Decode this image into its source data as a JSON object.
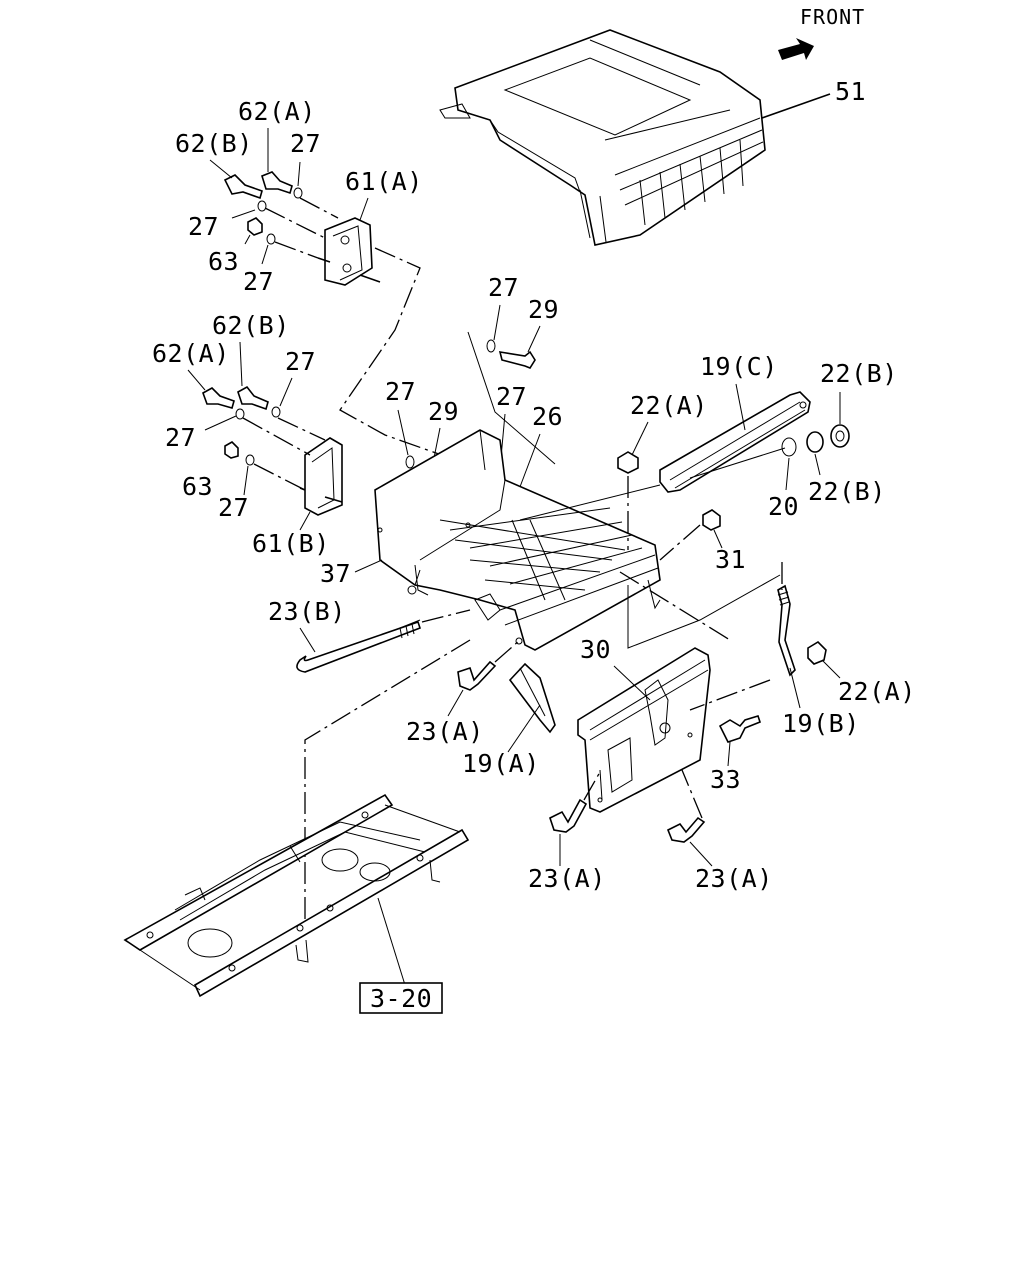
{
  "direction_label": "FRONT",
  "reference_box": "3-20",
  "part_labels": {
    "p51": "51",
    "p62a_top": "62(A)",
    "p62b_top": "62(B)",
    "p27_t1": "27",
    "p61a": "61(A)",
    "p27_t2": "27",
    "p63_top": "63",
    "p27_t3": "27",
    "p27_mid": "27",
    "p29_mid": "29",
    "p62b_low": "62(B)",
    "p62a_low": "62(A)",
    "p27_l1": "27",
    "p27_l2": "27",
    "p29_low": "29",
    "p27_l3": "27",
    "p26": "26",
    "p27_l4": "27",
    "p63_low": "63",
    "p27_l5": "27",
    "p61b": "61(B)",
    "p37": "37",
    "p19c": "19(C)",
    "p22b_top": "22(B)",
    "p22a_top": "22(A)",
    "p20": "20",
    "p22b_low": "22(B)",
    "p31": "31",
    "p23b": "23(B)",
    "p30": "30",
    "p22a_right": "22(A)",
    "p23a_mid": "23(A)",
    "p19b": "19(B)",
    "p19a": "19(A)",
    "p33": "33",
    "p23a_low1": "23(A)",
    "p23a_low2": "23(A)"
  },
  "icons": {
    "front_arrow": "arrow-right-icon"
  }
}
